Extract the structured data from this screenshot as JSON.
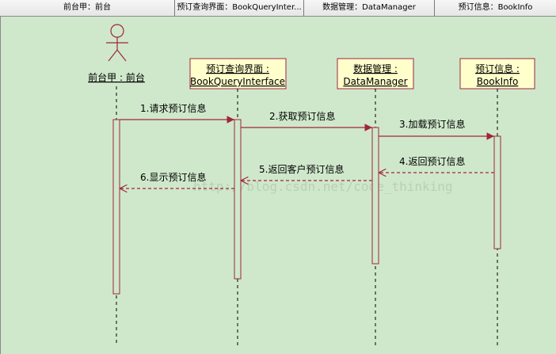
{
  "header": {
    "col1": "前台甲：前台",
    "col2": "预订查询界面：BookQueryInter...",
    "col3": "数据管理：DataManager",
    "col4": "预订信息：BookInfo"
  },
  "actor": {
    "label": "前台甲 : 前台"
  },
  "objects": [
    {
      "line1": "预订查询界面 :",
      "line2": "BookQueryInterface"
    },
    {
      "line1": "数据管理 :",
      "line2": "DataManager"
    },
    {
      "line1": "预订信息 :",
      "line2": "BookInfo"
    }
  ],
  "messages": [
    {
      "label": "1.请求预订信息"
    },
    {
      "label": "2.获取预订信息"
    },
    {
      "label": "3.加载预订信息"
    },
    {
      "label": "4.返回预订信息"
    },
    {
      "label": "5.返回客户预订信息"
    },
    {
      "label": "6.显示预订信息"
    }
  ],
  "watermark": "http://blog.csdn.net/code_thinking",
  "colors": {
    "background": "#cfe8cb",
    "line": "#a0243f",
    "object_fill": "#ffffcc"
  }
}
